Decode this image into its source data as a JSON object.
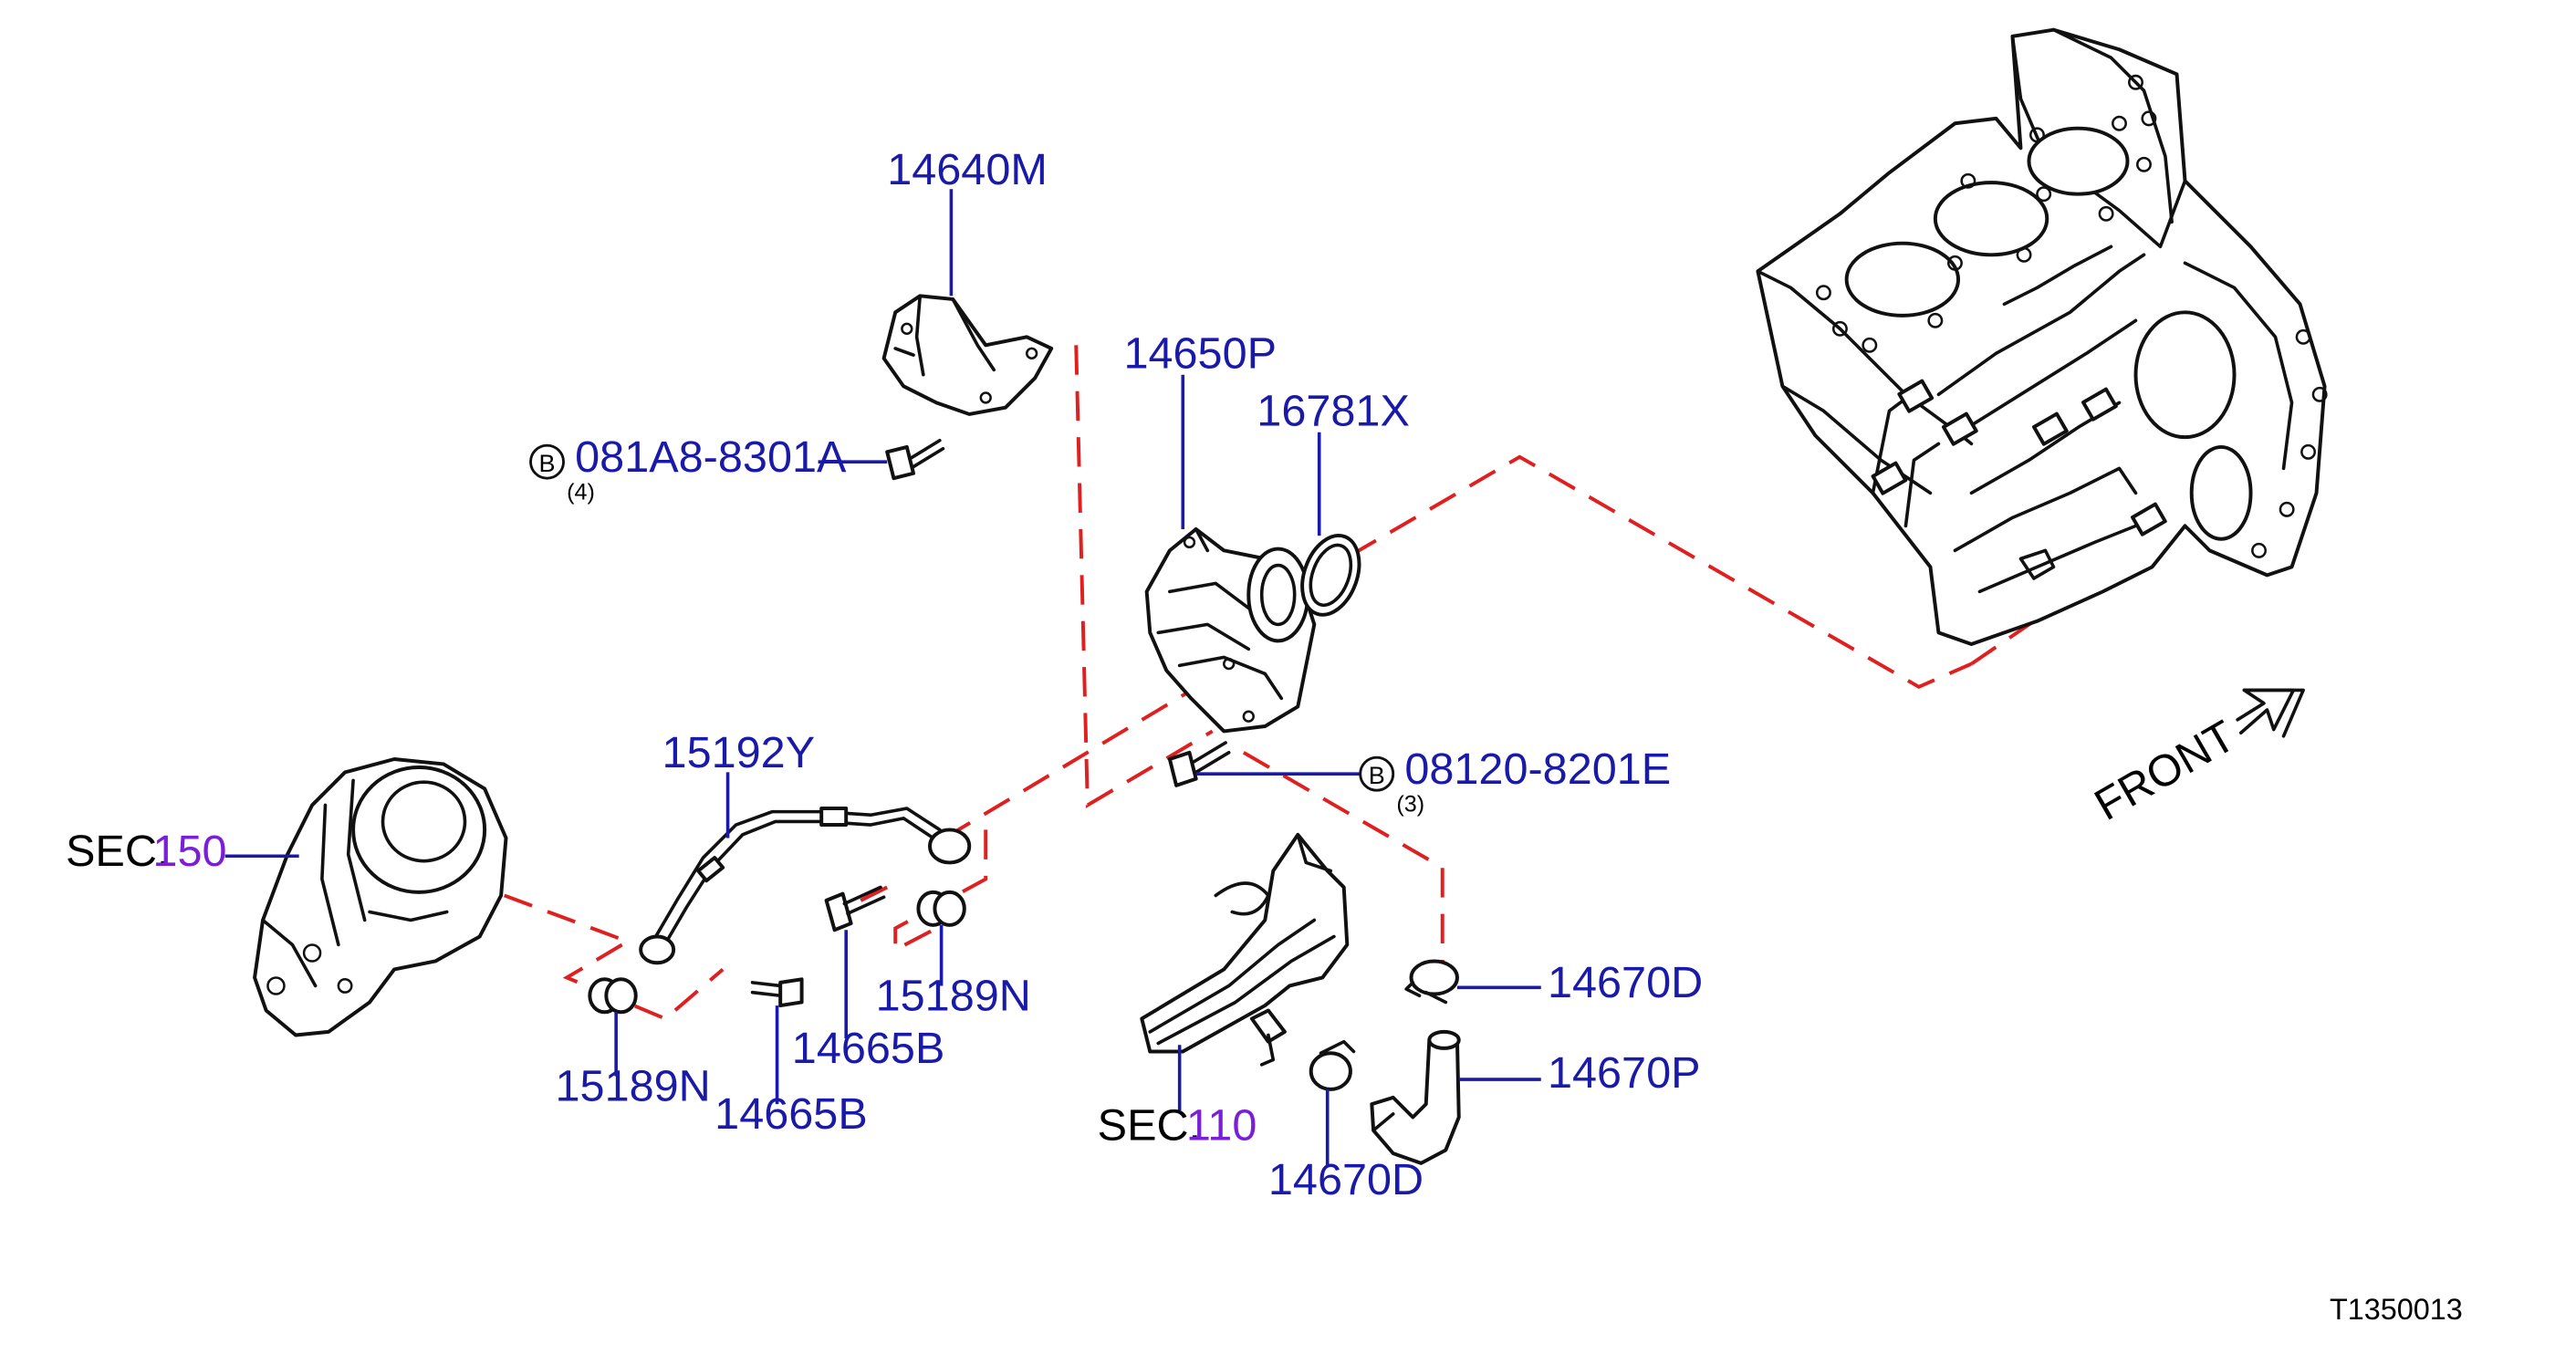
{
  "labels": {
    "p14640M": "14640M",
    "bolt_a": "081A8-8301A",
    "bolt_a_qty": "(4)",
    "bolt_a_marker": "B",
    "p14650P": "14650P",
    "p16781X": "16781X",
    "bolt_b": "08120-8201E",
    "bolt_b_qty": "(3)",
    "bolt_b_marker": "B",
    "p15192Y": "15192Y",
    "sec_left": "SEC.",
    "sec_left_num": "150",
    "p15189N_right": "15189N",
    "p15189N_left": "15189N",
    "p14665B_upper": "14665B",
    "p14665B_lower": "14665B",
    "sec_mid": "SEC.",
    "sec_mid_num": "110",
    "p14670D_upper": "14670D",
    "p14670P": "14670P",
    "p14670D_lower": "14670D",
    "front": "FRONT",
    "diagram_id": "T1350013"
  },
  "colors": {
    "part_number": "#1a1aa8",
    "section_number": "#7b1fd6",
    "assembly_line": "#e02020",
    "linework": "#111111"
  }
}
